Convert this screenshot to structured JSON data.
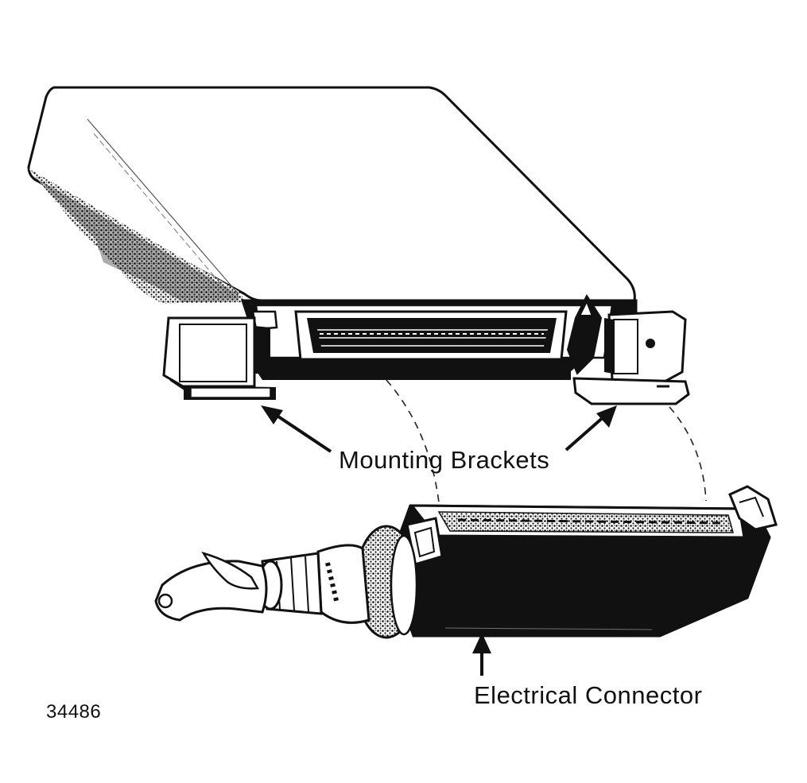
{
  "figure": {
    "labels": {
      "mounting_brackets": "Mounting Brackets",
      "electrical_connector": "Electrical Connector"
    },
    "figure_number": "34486"
  },
  "colors": {
    "ink": "#111111",
    "paper": "#ffffff"
  }
}
